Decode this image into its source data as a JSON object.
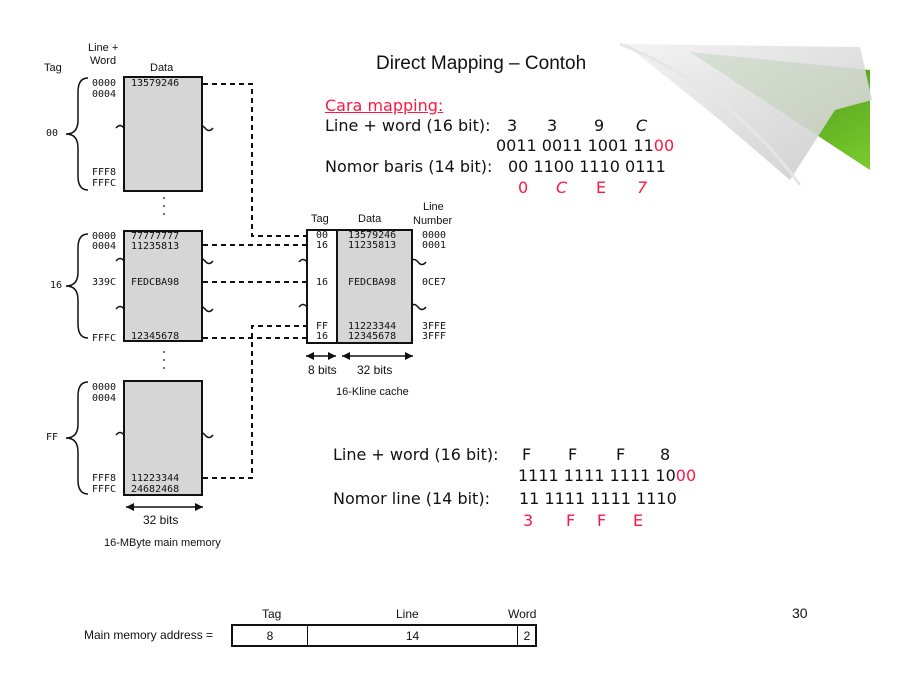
{
  "slide": {
    "title": "Direct Mapping – Contoh",
    "page_number": "30"
  },
  "main_memory": {
    "header_tag": "Tag",
    "header_line_word_1": "Line +",
    "header_line_word_2": "Word",
    "header_data": "Data",
    "caption": "16-MByte main memory",
    "width_label": "32 bits",
    "groups": [
      {
        "tag": "00",
        "addr1": "0000",
        "addr2": "0004",
        "data1": "13579246",
        "addr3": "FFF8",
        "addr4": "FFFC"
      },
      {
        "tag": "16",
        "addr1": "0000",
        "addr2": "0004",
        "data1": "77777777",
        "data2": "11235813",
        "addr_mid": "339C",
        "data_mid": "FEDCBA98",
        "addr_end": "FFFC",
        "data_end": "12345678"
      },
      {
        "tag": "FF",
        "addr1": "0000",
        "addr2": "0004",
        "addr3": "FFF8",
        "addr4": "FFFC",
        "data3": "11223344",
        "data4": "24682468"
      }
    ]
  },
  "cache": {
    "header_tag": "Tag",
    "header_data": "Data",
    "header_line_1": "Line",
    "header_line_2": "Number",
    "caption": "16-Kline cache",
    "tag_bits": "8 bits",
    "data_bits": "32 bits",
    "rows": [
      {
        "tag": "00",
        "data": "13579246",
        "line": "0000"
      },
      {
        "tag": "16",
        "data": "11235813",
        "line": "0001"
      },
      {
        "tag": "16",
        "data": "FEDCBA98",
        "line": "0CE7"
      },
      {
        "tag": "FF",
        "data": "11223344",
        "line": "3FFE"
      },
      {
        "tag": "16",
        "data": "12345678",
        "line": "3FFF"
      }
    ]
  },
  "example1": {
    "heading": "Cara mapping:",
    "line_word_label": "Line + word (16 bit):",
    "hex": [
      "3",
      "3",
      "9",
      "C"
    ],
    "binary_black": "0011 0011 1001 11",
    "binary_red": "00",
    "row_label": "Nomor baris (14 bit):",
    "row_binary": "00 1100 1110 0111",
    "row_hex": [
      "0",
      "C",
      "E",
      "7"
    ]
  },
  "example2": {
    "line_word_label": "Line + word (16 bit):",
    "hex": [
      "F",
      "F",
      "F",
      "8"
    ],
    "binary_black": "1111 1111 1111 10",
    "binary_red": "00",
    "line_label": "Nomor line (14 bit):",
    "line_binary": "11 1111 1111 1110",
    "line_hex": [
      "3",
      "F",
      "F",
      "E"
    ]
  },
  "address_format": {
    "label": "Main memory address =",
    "fields": [
      {
        "name": "Tag",
        "bits": "8"
      },
      {
        "name": "Line",
        "bits": "14"
      },
      {
        "name": "Word",
        "bits": "2"
      }
    ]
  },
  "colors": {
    "accent_red": "#ff1744",
    "block_fill": "#d6d6d6",
    "corner_green": "#4caf1e"
  }
}
